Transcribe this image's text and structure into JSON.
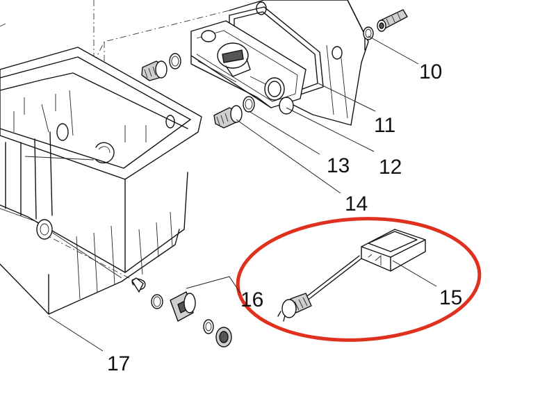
{
  "diagram": {
    "highlight_color": "#e0301e",
    "line_color": "#111111",
    "labels": {
      "p10": "10",
      "p11": "11",
      "p12": "12",
      "p13": "13",
      "p14": "14",
      "p15": "15",
      "p16": "16",
      "p17": "17"
    }
  }
}
